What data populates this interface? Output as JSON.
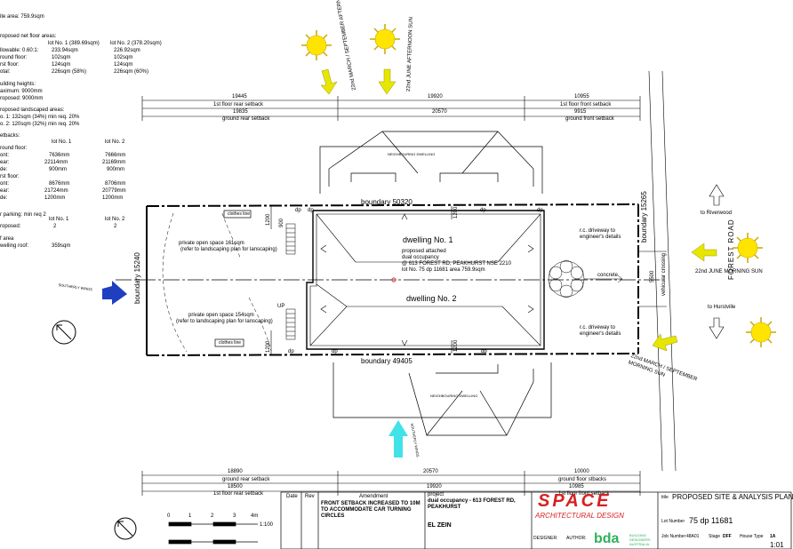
{
  "summary": {
    "site_area": "ite area: 759.9sqm",
    "net_floor_title": "roposed net floor areas:",
    "lot1_head": "lot No. 1 (389.69sqm)",
    "lot2_head": "lot No. 2 (378.20sqm)",
    "rows": [
      {
        "label": "llowable: 0.60:1:",
        "lot1": "233.94sqm",
        "lot2": "226.92sqm"
      },
      {
        "label": "round floor:",
        "lot1": "102sqm",
        "lot2": "102sqm"
      },
      {
        "label": "rst floor:",
        "lot1": "124sqm",
        "lot2": "124sqm"
      },
      {
        "label": "otal:",
        "lot1": "226sqm  (58%)",
        "lot2": "226sqm  (60%)"
      }
    ],
    "heights_title": "uilding heights:",
    "heights": [
      "aximum: 9000mm",
      "roposed: 9000mm"
    ],
    "landscape_title": "roposed landscaped areas:",
    "landscape": [
      "o. 1: 132sqm (34%) min req. 20%",
      "o. 2: 120sqm (32%) min req. 20%"
    ],
    "setbacks_title": "etbacks:",
    "setback_lot1": "lot No. 1",
    "setback_lot2": "lot No. 2",
    "ground_label": "round floor:",
    "ground_rows": [
      {
        "label": "ont:",
        "lot1": "7636mm",
        "lot2": "7666mm"
      },
      {
        "label": "ear:",
        "lot1": "22114mm",
        "lot2": "21169mm"
      },
      {
        "label": "de:",
        "lot1": "900mm",
        "lot2": "900mm"
      }
    ],
    "first_label": "rst floor:",
    "first_rows": [
      {
        "label": "ont:",
        "lot1": "8676mm",
        "lot2": "8706mm"
      },
      {
        "label": "ear:",
        "lot1": "21724mm",
        "lot2": "20779mm"
      },
      {
        "label": "de:",
        "lot1": "1200mm",
        "lot2": "1200mm"
      }
    ],
    "parking_title": "r parking: min req 2",
    "parking_lot1": "lot No. 1",
    "parking_lot2": "lot No. 2",
    "parking_label": "roposed:",
    "parking_v1": "2",
    "parking_v2": "2",
    "roof_title": "f area",
    "roof_label": "welling roof:",
    "roof_value": "359sqm"
  },
  "sun": {
    "winter_pm": "22nd JUNE AFTERNOON SUN",
    "equinox_pm": "22nd MARCH / SEPTEMBER AFTERNOON SUN",
    "winter_am": "22nd JUNE MORNING SUN",
    "equinox_am": "22nd MARCH / SEPTEMBER MORNING SUN",
    "west": "SOUTHERLY WINDS",
    "south": "SOUTHERLY WINDS"
  },
  "top_dims": {
    "d1": "19445",
    "d2": "19920",
    "d3": "10955",
    "rear_first": "1st floor rear setback",
    "d4": "19835",
    "rear_ground": "ground rear setback",
    "d5": "20570",
    "front_first": "1st floor front setback",
    "d6": "9915",
    "front_ground": "ground front setback"
  },
  "bottom_dims": {
    "d1": "18890",
    "d2": "20570",
    "d3": "10000",
    "rear_ground": "ground rear setback",
    "d4": "18500",
    "rear_first": "1st floor rear setback",
    "d5": "19920",
    "front_ground": "ground floor stbacks",
    "d6": "10985",
    "front_first": "1st floor front setback"
  },
  "plan": {
    "boundary_top": "boundary 50320",
    "boundary_bottom": "boundary 49405",
    "boundary_left": "boundary 15240",
    "boundary_right": "boundary 15265",
    "dwelling1": "dwelling No. 1",
    "dwelling2": "dwelling No. 2",
    "proposal": [
      "proposed attached",
      "dual occupancy",
      "@ 613 FOREST RD, PEAKHURST NSE 2210",
      "lot No. 75 dp 11681 area 759.9sqm"
    ],
    "open1": [
      "private open space 161sqm",
      "(refer to landscaping plan for lanscaping)"
    ],
    "open2": [
      "private open space 154sqm",
      "(refer to landscaping plan for lanscaping)"
    ],
    "clothes": "clothes line",
    "dp": "dp",
    "up": "UP",
    "dim1200": "1200",
    "dim900": "900",
    "concrete": "concrete",
    "driveway1": [
      "r.c. driveway to",
      "engineer's details"
    ],
    "driveway2": [
      "r.c. driveway to",
      "engineer's details"
    ],
    "crossing": "vehicular crossing",
    "cross_dim": "5500",
    "riverwood": "to Riverwood",
    "hurstville": "to Hurstville",
    "forest_rd": "FOREST ROAD",
    "nb_top": "NEIGHBOURING DWELLING",
    "nb_bottom": "NEIGHBOURING DWELLING"
  },
  "title_block": {
    "notice": "FRONT SETBACK INCREASED TO 10M TO ACCOMMODATE CAR TURNING CIRCLES",
    "col_date": "Date",
    "col_rev": "Rev",
    "col_amend": "Amendment",
    "project_label": "project",
    "project": "dual occupancy - 613 FOREST RD, PEAKHURST",
    "client": "EL ZEIN",
    "logo_top": "SPACE",
    "logo_bottom": "ARCHITECTURAL DESIGN",
    "title_label": "title",
    "title": "PROPOSED SITE & ANALYSIS PLAN",
    "lot_label": "Lot Number",
    "lot_value": "75 dp 11681",
    "job_label": "Job Number",
    "job_value": "48A01",
    "stage_label": "Stage",
    "stage_value": "DFF",
    "house_label": "House Type",
    "house_value": "1A",
    "designer": "DESIGNER:",
    "author": "AUTHOR:",
    "bda": "bda",
    "bda_text": "BUILDING DESIGNERS AUSTRALIA",
    "sheet_no": "1:01",
    "scale_nums": [
      "0",
      "1",
      "2",
      "3",
      "4m"
    ],
    "scale_ratio": "1:100"
  },
  "colors": {
    "sun": "#ffe400",
    "sun_stroke": "#c8a800",
    "arrow_yellow": "#e8e600",
    "wind_blue": "#1f3fc0",
    "wind_cyan": "#41e2e8",
    "logo_red": "#d82020",
    "bda_green": "#2fb05a"
  },
  "icons": [
    "north-point-icon",
    "sun-icon",
    "wind-arrow-icon",
    "sun-arrow-icon"
  ]
}
